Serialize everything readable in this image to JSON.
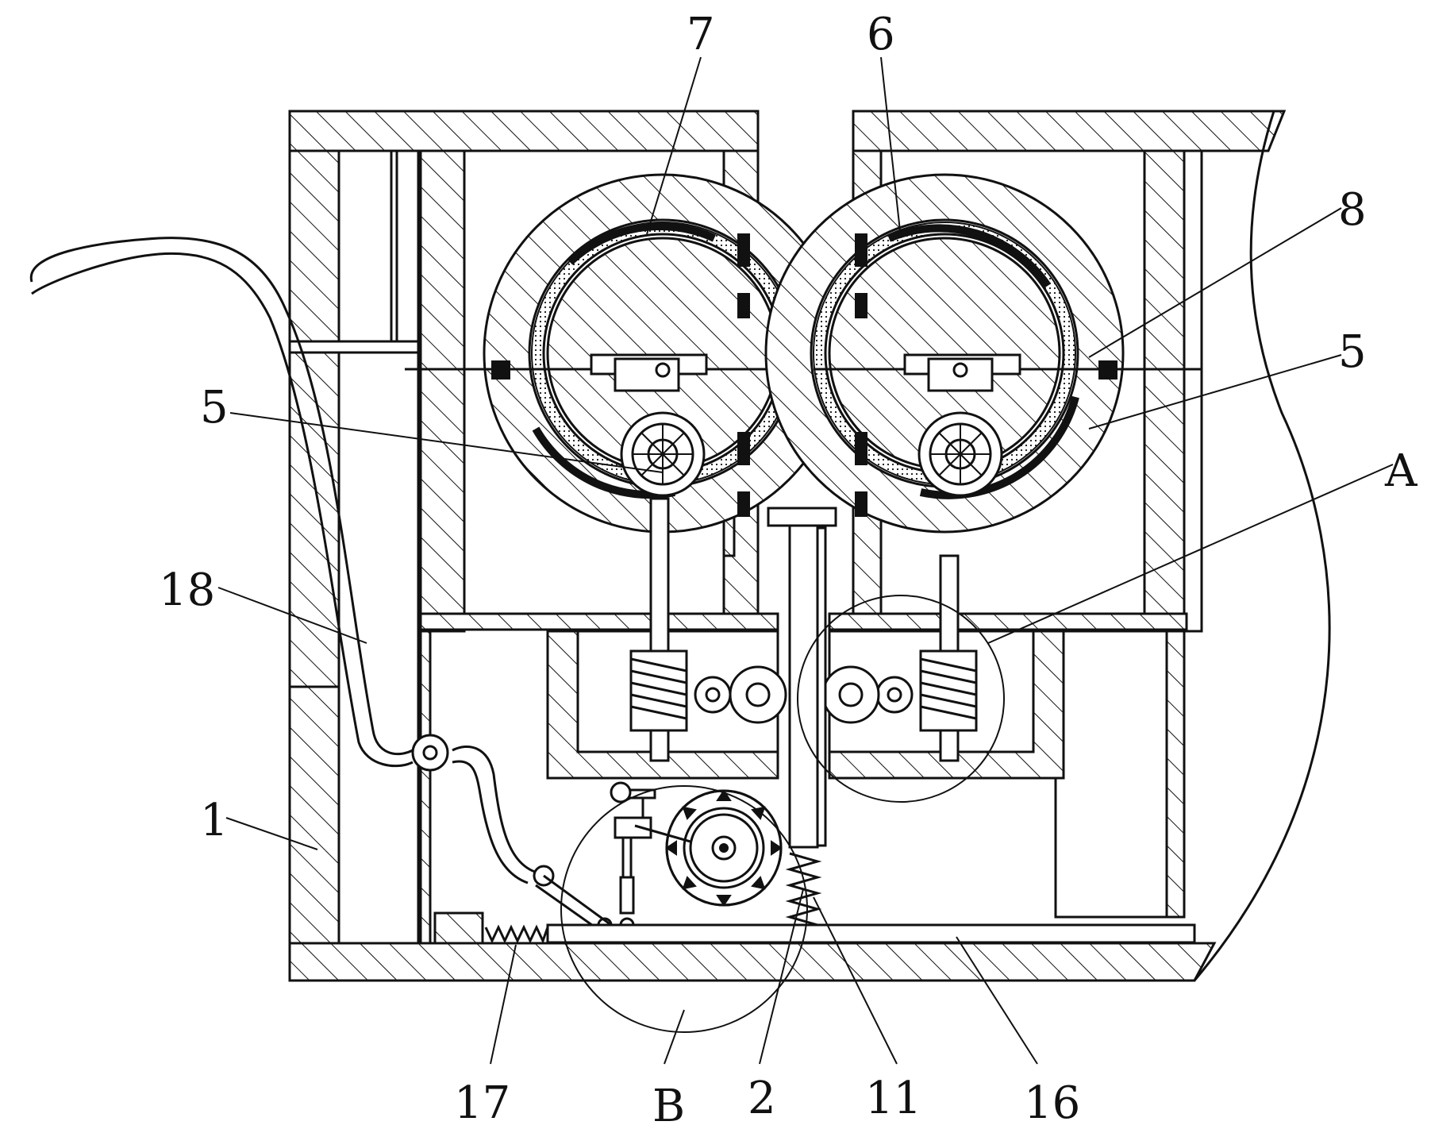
{
  "labels": {
    "l7": "7",
    "l6": "6",
    "l8": "8",
    "l5_right": "5",
    "lA": "A",
    "l5_left": "5",
    "l18": "18",
    "l1": "1",
    "l17": "17",
    "lB": "B",
    "l2": "2",
    "l11": "11",
    "l16": "16"
  }
}
